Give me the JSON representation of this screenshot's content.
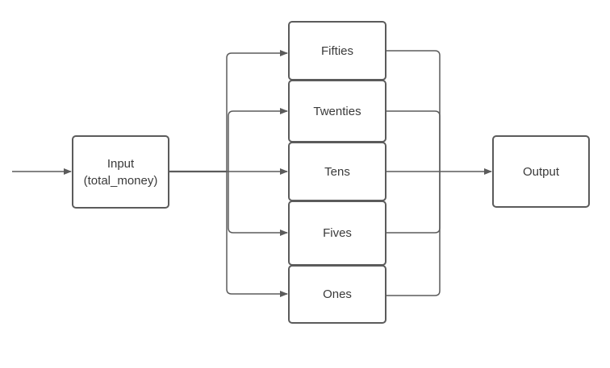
{
  "diagram": {
    "input_label": "Input\n(total_money)",
    "denominations": [
      "Fifties",
      "Twenties",
      "Tens",
      "Fives",
      "Ones"
    ],
    "output_label": "Output",
    "colors": {
      "line": "#5b5b5b",
      "text": "#3a3a3a",
      "background": "#ffffff"
    }
  }
}
